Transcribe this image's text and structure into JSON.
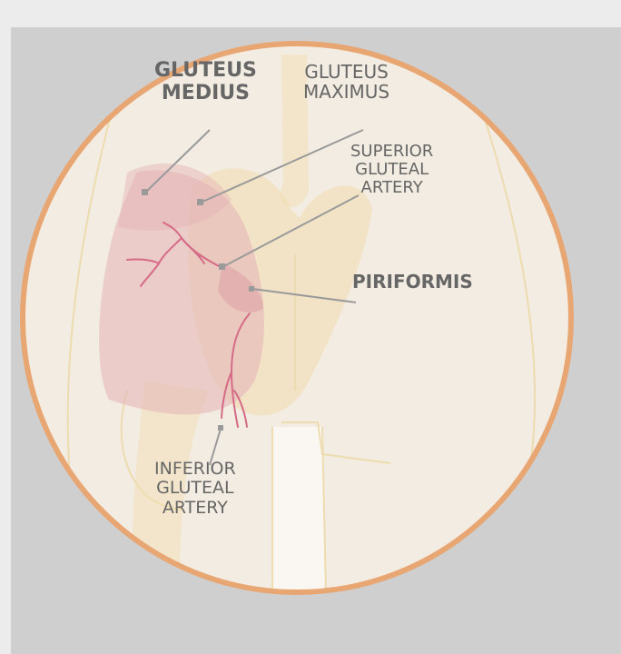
{
  "labels": {
    "gluteus_medius": {
      "line1": "GLUTEUS",
      "line2": "MEDIUS"
    },
    "gluteus_maximus": {
      "line1": "GLUTEUS",
      "line2": "MAXIMUS"
    },
    "superior_gluteal_artery": {
      "line1": "SUPERIOR",
      "line2": "GLUTEAL",
      "line3": "ARTERY"
    },
    "piriformis": {
      "line1": "PIRIFORMIS"
    },
    "inferior_gluteal_artery": {
      "line1": "INFERIOR",
      "line2": "GLUTEAL",
      "line3": "ARTERY"
    }
  },
  "colors": {
    "background": "#ececec",
    "panel": "#cfcfcf",
    "circle_fill": "#f3ece2",
    "circle_ring": "#e8a673",
    "bone": "#f1ddb0",
    "muscle": "#e4b2b4",
    "artery": "#d56b87",
    "leader_line": "#9a9a9a",
    "label_text": "#666666"
  }
}
